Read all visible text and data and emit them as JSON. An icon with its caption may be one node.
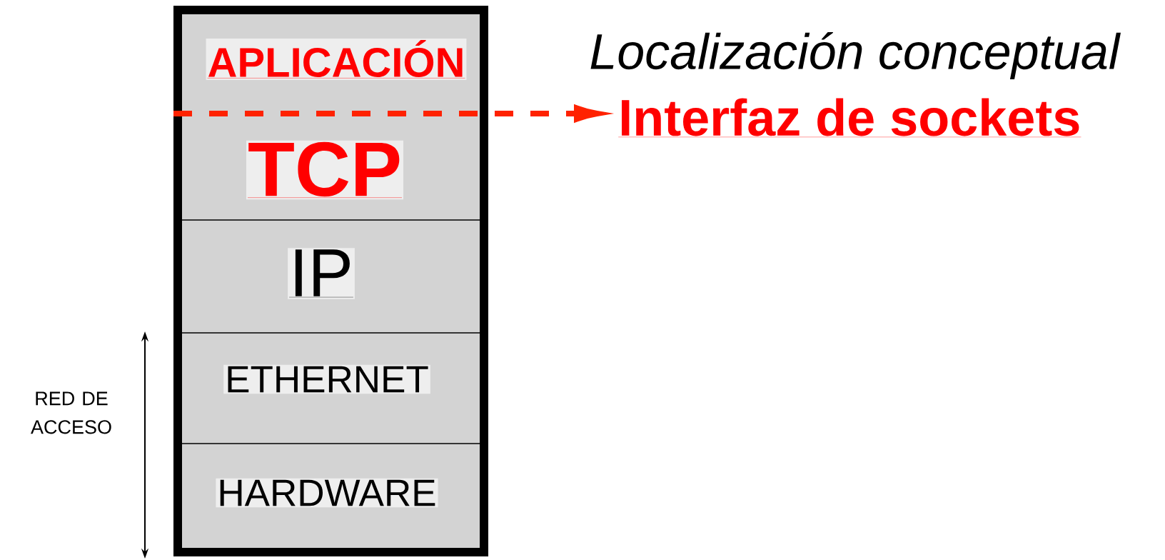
{
  "diagram": {
    "title": "Localización conceptual",
    "nodes": [
      {
        "text": [],
        "shape": "box"
      },
      {
        "text": [
          "APLICACIÓN"
        ],
        "in": 0
      },
      {
        "text": [
          "TCP"
        ],
        "in": 0
      },
      {
        "text": [
          "IP"
        ],
        "in": 0
      },
      {
        "text": [
          "ETHERNET"
        ],
        "in": 0
      },
      {
        "text": [
          "HARDWARE"
        ],
        "in": 0
      },
      {
        "text": [
          "Interfaz de sockets"
        ]
      }
    ],
    "edges": [
      {
        "from": 0,
        "to": 6,
        "arrow": "to",
        "style": "dashed",
        "color": "#ff2200"
      }
    ],
    "labels": [
      "RED DE ACCESO"
    ]
  }
}
